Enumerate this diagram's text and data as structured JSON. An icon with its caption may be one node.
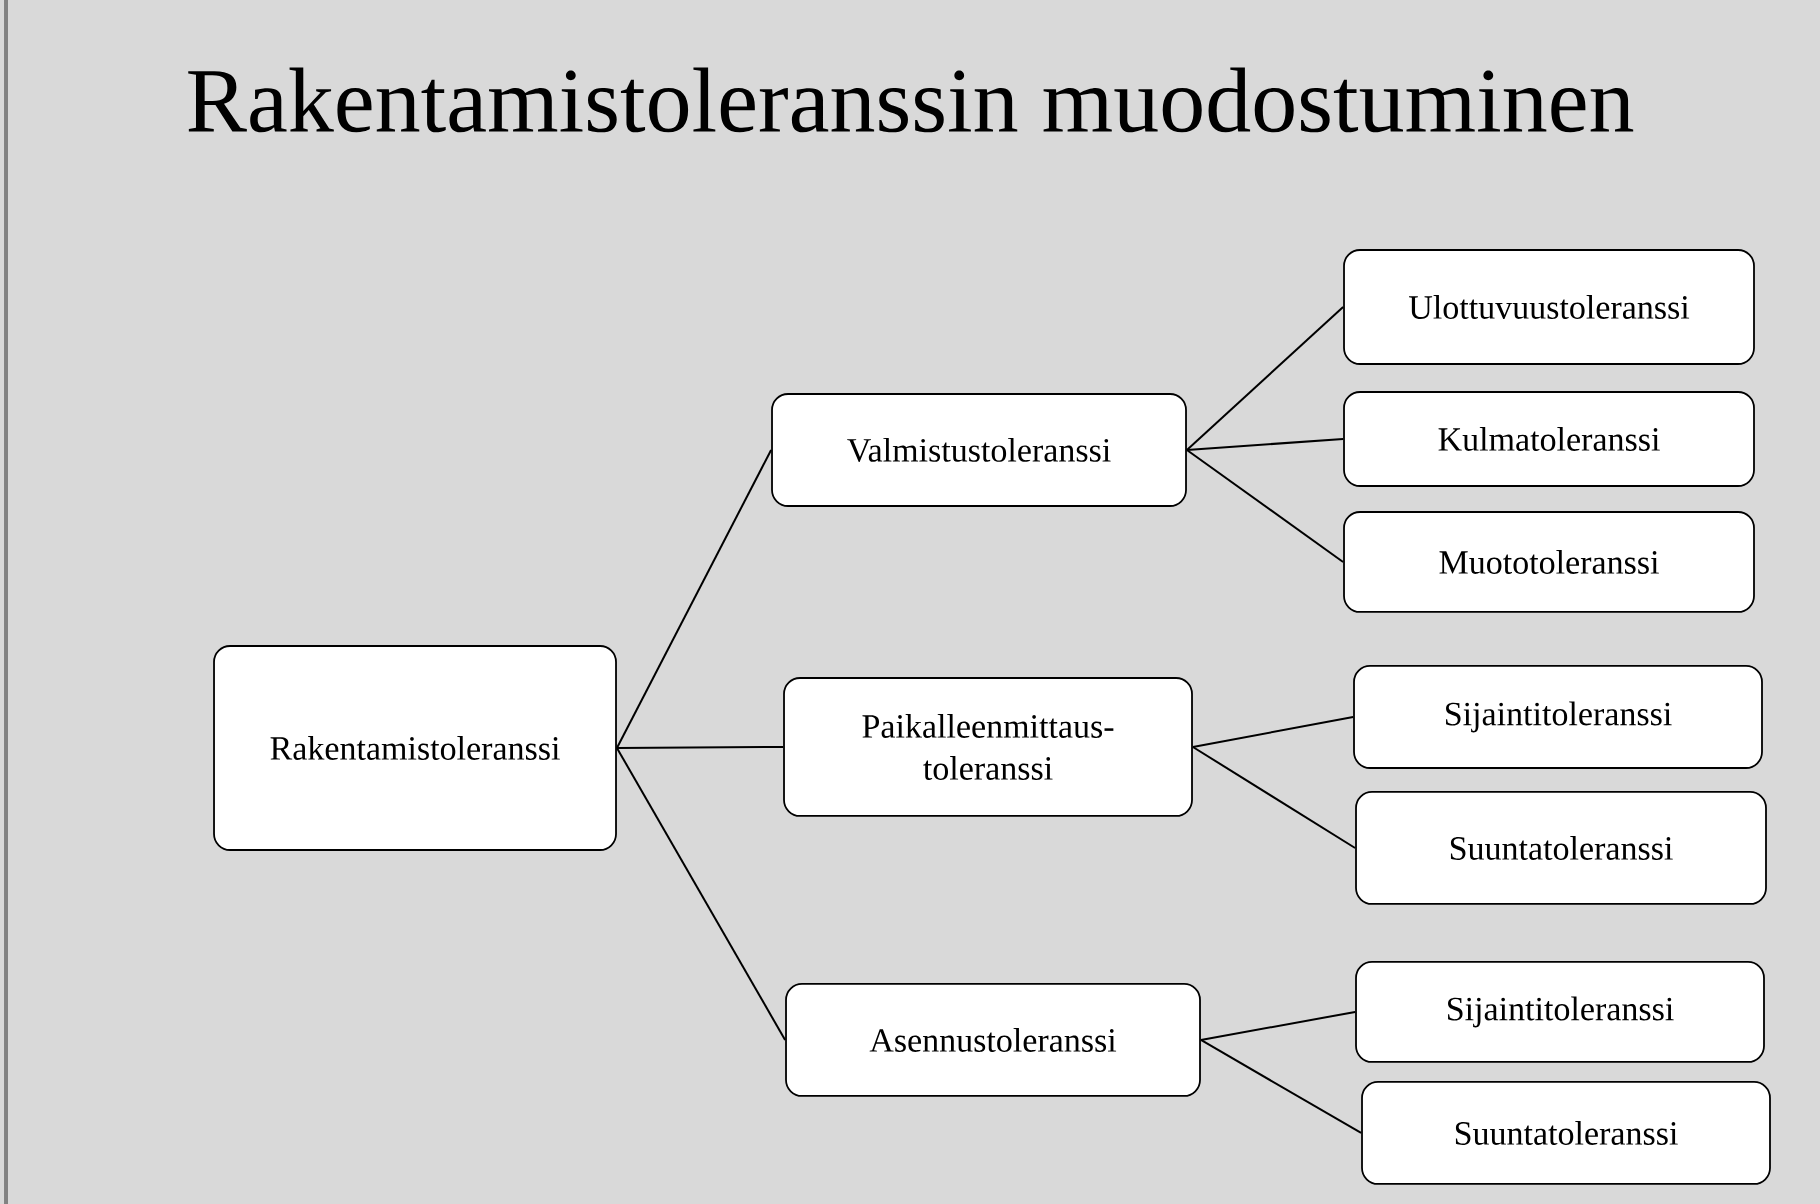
{
  "diagram": {
    "title": "Rakentamistoleranssin muodostuminen",
    "nodes": [
      {
        "text": [
          "Rakentamistoleranssi"
        ]
      },
      {
        "text": [
          "Valmistustoleranssi"
        ]
      },
      {
        "text": [
          "Paikalleenmittaus-toleranssi"
        ]
      },
      {
        "text": [
          "Asennustoleranssi"
        ]
      },
      {
        "text": [
          "Ulottuvuustoleranssi"
        ]
      },
      {
        "text": [
          "Kulmatoleranssi"
        ]
      },
      {
        "text": [
          "Muototoleranssi"
        ]
      },
      {
        "text": [
          "Sijaintitoleranssi"
        ]
      },
      {
        "text": [
          "Suuntatoleranssi"
        ]
      },
      {
        "text": [
          "Sijaintitoleranssi"
        ]
      },
      {
        "text": [
          "Suuntatoleranssi"
        ]
      }
    ],
    "edges": [
      {
        "from": 0,
        "to": 1,
        "arrow": "none"
      },
      {
        "from": 0,
        "to": 2,
        "arrow": "none"
      },
      {
        "from": 0,
        "to": 3,
        "arrow": "none"
      },
      {
        "from": 1,
        "to": 4,
        "arrow": "none"
      },
      {
        "from": 1,
        "to": 5,
        "arrow": "none"
      },
      {
        "from": 1,
        "to": 6,
        "arrow": "none"
      },
      {
        "from": 2,
        "to": 7,
        "arrow": "none"
      },
      {
        "from": 2,
        "to": 8,
        "arrow": "none"
      },
      {
        "from": 3,
        "to": 9,
        "arrow": "none"
      },
      {
        "from": 3,
        "to": 10,
        "arrow": "none"
      }
    ]
  }
}
